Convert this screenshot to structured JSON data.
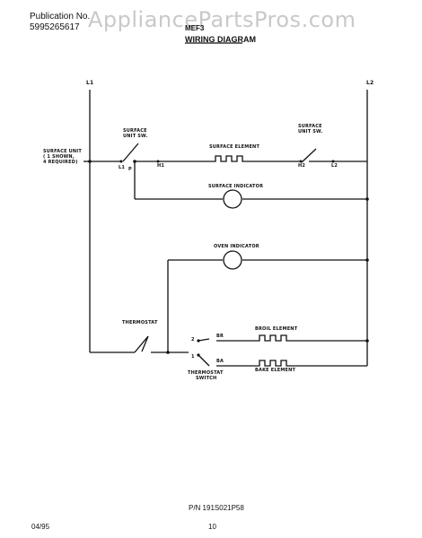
{
  "header": {
    "publication_label": "Publication No.",
    "publication_number": "5995265617",
    "watermark": "AppliancePartsPros.com",
    "model_fragment": "MEF3",
    "title": "WIRING DIAGRAM"
  },
  "diagram": {
    "line_left": "L1",
    "line_right": "L2",
    "surface_unit_sw_left": [
      "SURFACE",
      "UNIT SW."
    ],
    "surface_unit_sw_right": [
      "SURFACE",
      "UNIT SW."
    ],
    "surface_unit_note": [
      "SURFACE UNIT",
      "( 1 SHOWN,",
      "4 REQUIRED)"
    ],
    "surface_element": "SURFACE ELEMENT",
    "surface_indicator": "SURFACE INDICATOR",
    "oven_indicator": "OVEN INDICATOR",
    "thermostat": "THERMOSTAT",
    "thermostat_switch": [
      "THERMOSTAT",
      "SWITCH"
    ],
    "broil_element": "BROIL ELEMENT",
    "bake_element": "BAKE ELEMENT",
    "terminal_l1": "L1",
    "terminal_p": "P",
    "terminal_h1": "H1",
    "terminal_h2": "H2",
    "terminal_l2": "L2",
    "terminal_br": "BR",
    "terminal_ba": "BA",
    "terminal_2": "2",
    "terminal_1": "1"
  },
  "footer": {
    "pn": "P/N  191S021P58",
    "date": "04/95",
    "page": "10"
  }
}
